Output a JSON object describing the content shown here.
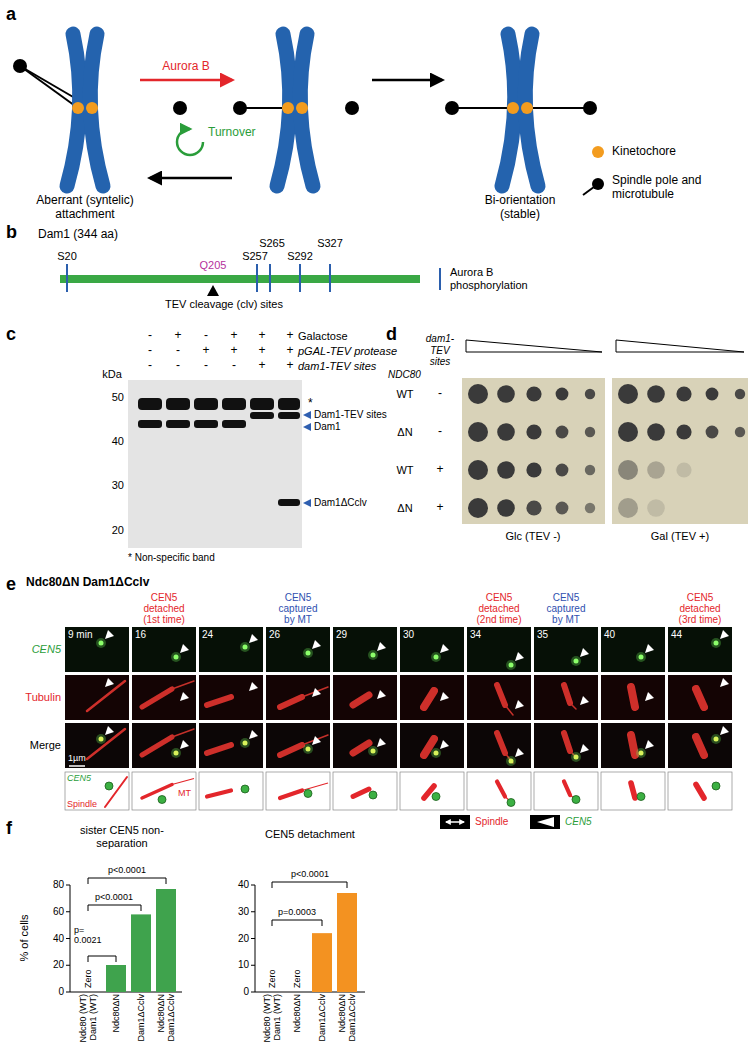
{
  "diagram": {
    "labels": [
      "a",
      "Aurora B",
      "Turnover",
      "Aberrant (syntelic) attachment",
      "Bi-orientation (stable)",
      "b",
      "Dam1 (344 aa)",
      "S20",
      "Q205",
      "S257",
      "S265",
      "S292",
      "S327",
      "TEV cleavage (clv) sites",
      "c",
      "-",
      "+",
      "-",
      "+",
      "+",
      "+",
      "Galactose",
      "-",
      "-",
      "+",
      "+",
      "+",
      "+",
      "pGAL-TEV protease",
      "-",
      "-",
      "-",
      "-",
      "+",
      "+",
      "dam1-TEV sites",
      "kDa",
      "50",
      "40",
      "30",
      "20",
      "*",
      "Dam1-TEV sites",
      "Dam1",
      "Dam1ΔCclv",
      "* Non-specific band",
      "d",
      "dam1-TEV sites",
      "NDC80",
      "WT",
      "-",
      "ΔN",
      "-",
      "WT",
      "+",
      "ΔN",
      "+",
      "Glc (TEV -)",
      "Gal (TEV +)",
      "e",
      "Ndc80ΔN Dam1ΔCclv",
      "CEN5 detached (1st time)",
      "CEN5 captured by MT",
      "CEN5 detached (2nd time)",
      "CEN5 captured by MT",
      "CEN5 detached (3rd time)",
      "9 min",
      "16",
      "24",
      "26",
      "29",
      "30",
      "34",
      "35",
      "40",
      "44",
      "CEN5",
      "Tubulin",
      "Merge",
      "1µm",
      "CEN5",
      "MT",
      "Spindle",
      "f",
      "sister CEN5 non-separation",
      "% of cells",
      "80",
      "60",
      "40",
      "20",
      "0",
      "Zero",
      "p= 0.0021",
      "p<0.0001",
      "p<0.0001",
      "Ndc80 (WT) Dam1 (WT)",
      "Ndc80ΔN",
      "Dam1ΔCclv",
      "Ndc80ΔN Dam1ΔCclv",
      "CEN5 detachment",
      "40",
      "30",
      "20",
      "10",
      "0",
      "Zero",
      "Zero",
      "p=0.0003",
      "p<0.0001",
      "Ndc80 (WT) Dam1 (WT)",
      "Ndc80ΔN",
      "Dam1ΔCclv",
      "Ndc80ΔN Dam1ΔCclv"
    ],
    "legend": [
      {
        "text": "Kinetochore",
        "color": "#f39c1f"
      },
      {
        "text": "Spindle pole and microtubule"
      },
      {
        "text": "Aurora B phosphorylation"
      },
      {
        "text": "Spindle"
      },
      {
        "text": "CEN5"
      }
    ]
  }
}
